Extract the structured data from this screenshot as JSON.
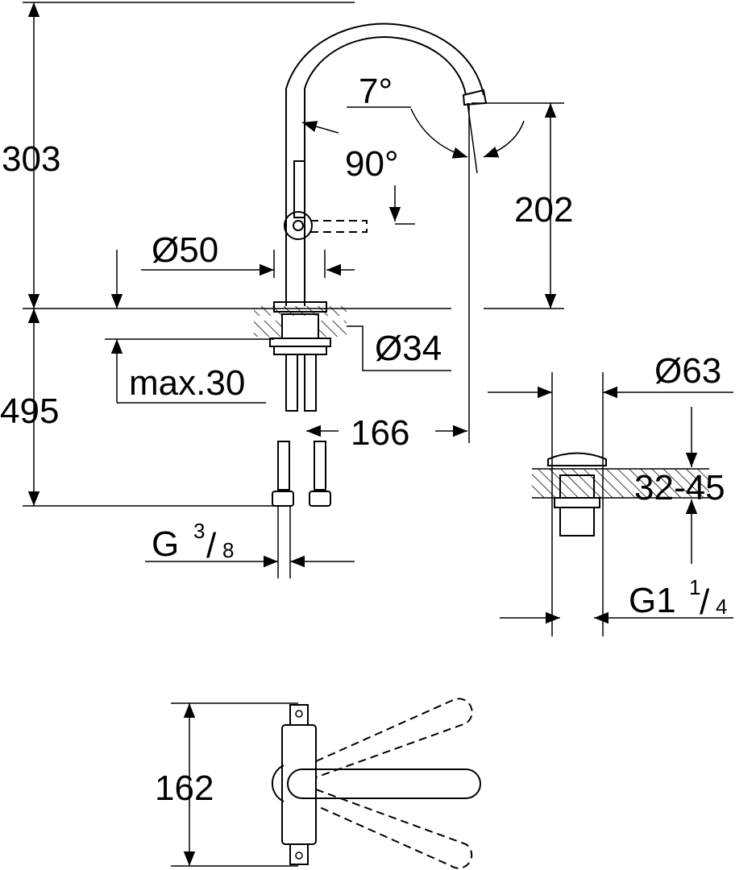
{
  "drawing": {
    "dimensions": {
      "total_height": "303",
      "spout_angle": "7°",
      "swivel_angle": "90°",
      "spout_height": "202",
      "body_diameter": "Ø50",
      "hole_diameter": "Ø34",
      "max_thickness": "max.30",
      "hose_length": "495",
      "spout_reach": "166",
      "drain_diameter": "Ø63",
      "drain_range": "32-45",
      "connection_g": "G",
      "connection_num": "3",
      "connection_den": "8",
      "drain_thread": "G1",
      "drain_thread_num": "1",
      "drain_thread_den": "4",
      "top_view_length": "162"
    }
  }
}
